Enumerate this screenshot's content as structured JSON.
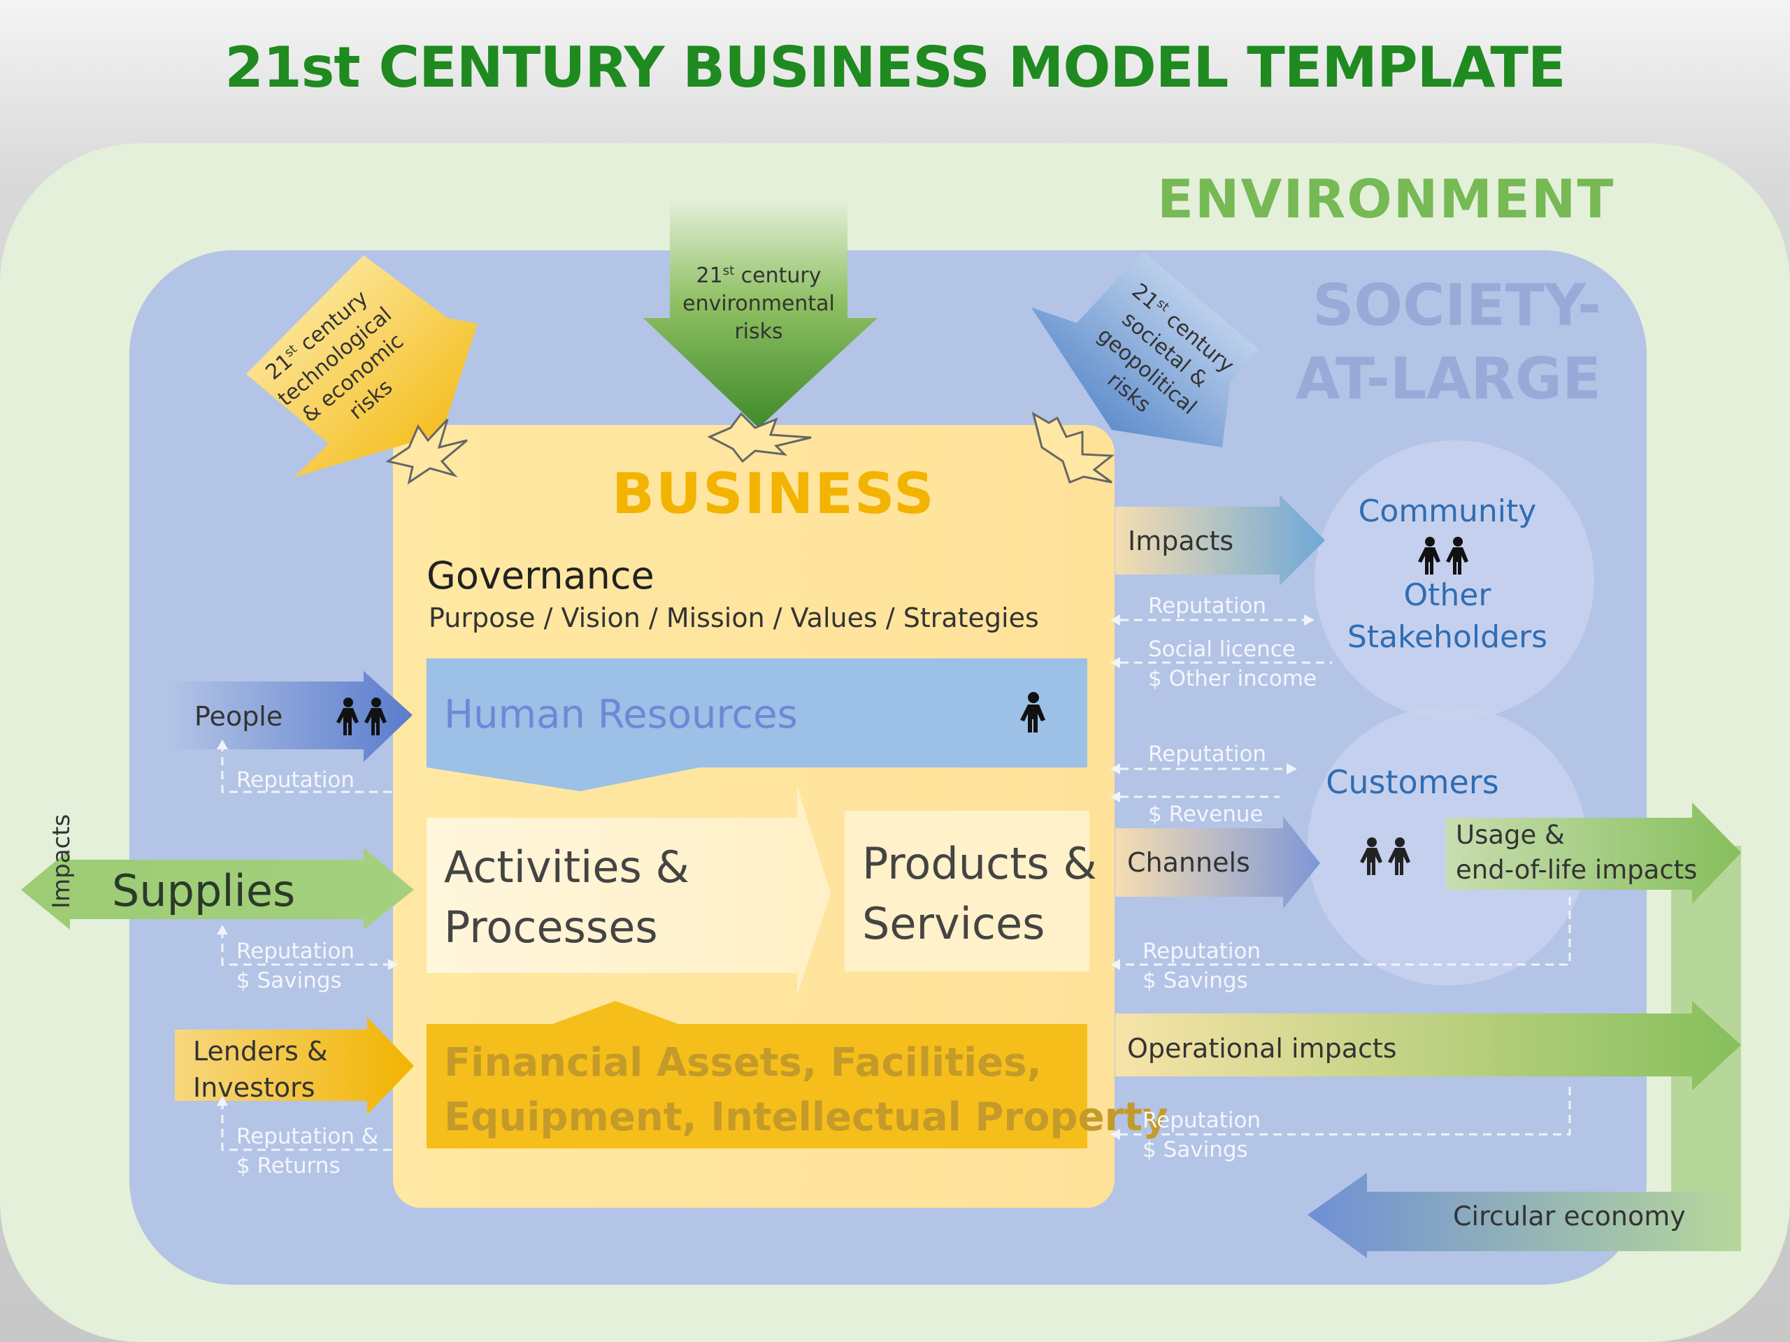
{
  "title": "21st CENTURY BUSINESS MODEL TEMPLATE",
  "environment": {
    "label": "ENVIRONMENT"
  },
  "society": {
    "line1": "SOCIETY-",
    "line2": "AT-LARGE"
  },
  "business": {
    "label": "BUSINESS",
    "governance_title": "Governance",
    "governance_sub": "Purpose / Vision / Mission / Values / Strategies",
    "human_resources": "Human Resources",
    "activities_line1": "Activities &",
    "activities_line2": "Processes",
    "products_line1": "Products &",
    "products_line2": "Services",
    "financial_line1": "Financial Assets, Facilities,",
    "financial_line2": "Equipment, Intellectual Property"
  },
  "risks": {
    "tech": {
      "line1": "21",
      "sup": "st",
      "line1b": " century",
      "line2": "technological",
      "line3": "& economic",
      "line4": "risks"
    },
    "env": {
      "line1": "21",
      "sup": "st",
      "line1b": " century",
      "line2": "environmental",
      "line3": "risks"
    },
    "soc": {
      "line1": "21",
      "sup": "st",
      "line1b": " century",
      "line2": "societal &",
      "line3": "geopolitical",
      "line4": "risks"
    }
  },
  "left": {
    "people": "People",
    "people_reputation": "Reputation",
    "supplies": "Supplies",
    "impacts": "Impacts",
    "supplies_reputation": "Reputation",
    "supplies_savings": "$ Savings",
    "lenders_line1": "Lenders &",
    "lenders_line2": "Investors",
    "lenders_reputation": "Reputation &",
    "lenders_returns": "$ Returns"
  },
  "right": {
    "impacts": "Impacts",
    "reputation_1": "Reputation",
    "social_licence": "Social licence",
    "other_income": "$ Other income",
    "community": "Community",
    "other": "Other",
    "stakeholders": "Stakeholders",
    "reputation_2": "Reputation",
    "revenue": "$ Revenue",
    "customers": "Customers",
    "channels": "Channels",
    "usage_line1": "Usage &",
    "usage_line2": "end-of-life impacts",
    "reputation_3": "Reputation",
    "savings_3": "$ Savings",
    "operational": "Operational impacts",
    "reputation_4": "Reputation",
    "savings_4": "$ Savings",
    "circular": "Circular economy"
  },
  "colors": {
    "title_green": "#1f8a1f",
    "environment_bg": "#e4f0da",
    "society_bg": "#b3c4e6",
    "business_bg": "#ffe8a3",
    "hr_box": "#9cc0e6",
    "financial_box": "#f5be1a"
  },
  "icons": [
    "person-pair-icon",
    "person-icon",
    "burst-icon"
  ]
}
